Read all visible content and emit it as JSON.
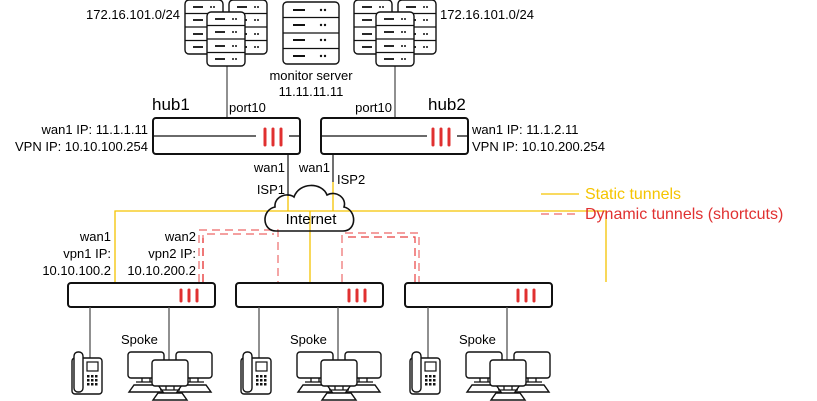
{
  "diagram": {
    "subnet_left": "172.16.101.0/24",
    "subnet_right": "172.16.101.0/24",
    "monitor_server": {
      "name": "monitor server",
      "ip": "11.11.11.11"
    },
    "hub1": {
      "name": "hub1",
      "port": "port10",
      "wan_ip": "wan1 IP: 11.1.1.11",
      "vpn_ip": "VPN IP: 10.10.100.254",
      "wan": "wan1",
      "isp": "ISP1"
    },
    "hub2": {
      "name": "hub2",
      "port": "port10",
      "wan_ip": "wan1 IP: 11.1.2.11",
      "vpn_ip": "VPN IP: 10.10.200.254",
      "wan": "wan1",
      "isp": "ISP2"
    },
    "internet": "Internet",
    "spoke_interfaces": {
      "wan1": "wan1",
      "vpn1_label": "vpn1 IP:",
      "vpn1_ip": "10.10.100.2",
      "wan2": "wan2",
      "vpn2_label": "vpn2 IP:",
      "vpn2_ip": "10.10.200.2"
    },
    "spokes": [
      {
        "label": "Spoke"
      },
      {
        "label": "Spoke"
      },
      {
        "label": "Spoke"
      }
    ],
    "legend": {
      "static": "Static tunnels",
      "dynamic": "Dynamic tunnels (shortcuts)"
    },
    "colors": {
      "static": "#f5c400",
      "dynamic": "#e03030",
      "device_bars": "#e03030"
    }
  }
}
